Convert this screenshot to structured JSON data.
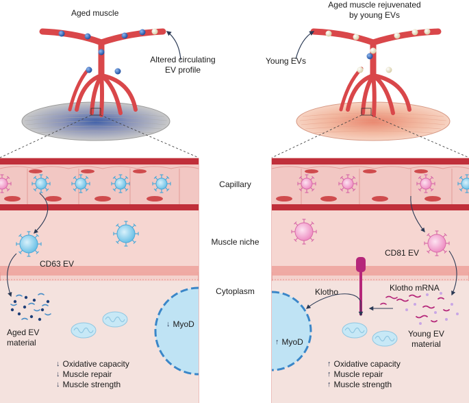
{
  "left_panel": {
    "title": "Aged muscle",
    "annotation_line1": "Altered circulating",
    "annotation_line2": "EV profile",
    "ev_label": "CD63 EV",
    "material_line1": "Aged EV",
    "material_line2": "material",
    "nucleus_label": "MyoD",
    "effects": [
      "Oxidative capacity",
      "Muscle repair",
      "Muscle strength"
    ],
    "effect_direction": "down",
    "effect_arrow_glyph": "↓"
  },
  "right_panel": {
    "title_line1": "Aged muscle rejuvenated",
    "title_line2": "by young EVs",
    "annotation": "Young EVs",
    "ev_label": "CD81 EV",
    "mrna_label": "Klotho mRNA",
    "receptor_label": "Klotho",
    "material_line1": "Young EV",
    "material_line2": "material",
    "nucleus_label": "MyoD",
    "effects": [
      "Oxidative capacity",
      "Muscle repair",
      "Muscle strength"
    ],
    "effect_direction": "up",
    "effect_arrow_glyph": "↑"
  },
  "center_labels": {
    "capillary": "Capillary",
    "niche": "Muscle niche",
    "cytoplasm": "Cytoplasm"
  },
  "colors": {
    "vessel": "#d9474a",
    "capillary_band": "#f2c7c3",
    "vessel_wall": "#b8303a",
    "niche": "#f6d6d1",
    "cytoplasm": "#f4e0dc",
    "aged_ev": "#8fd0ec",
    "young_ev": "#f2a6cf",
    "nucleus": "#bfe3f4",
    "nucleus_border": "#3a86c8",
    "aged_muscle": "#c9c9c9",
    "young_muscle": "#f2b8a0",
    "mrna": "#b5277a",
    "arrow": "#2b3a55"
  },
  "icons": [
    "blood-vessel-icon",
    "muscle-fiber-icon",
    "extracellular-vesicle-icon",
    "mitochondrion-icon",
    "nucleus-icon",
    "receptor-icon"
  ]
}
